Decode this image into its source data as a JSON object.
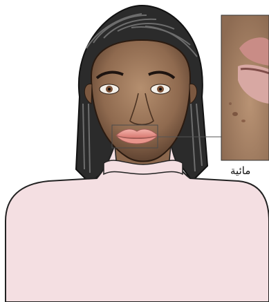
{
  "caption": {
    "text": "مائية"
  },
  "colors": {
    "skin": "#9a7558",
    "hair": "#2b2b2b",
    "shirt": "#f4dfe2",
    "lips": "#e79b93",
    "inset_bg": "#a47e60"
  },
  "icons": [
    "woman-illustration",
    "lip-closeup-photo"
  ]
}
